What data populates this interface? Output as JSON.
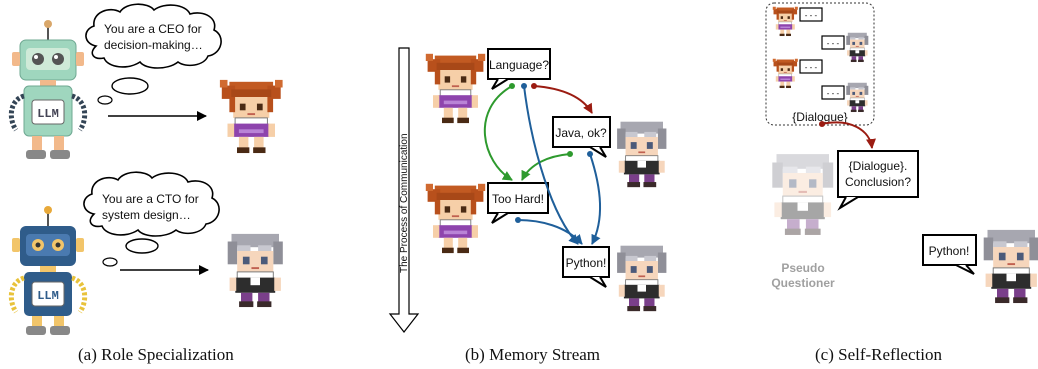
{
  "panels": [
    {
      "caption": "(a)  Role Specialization"
    },
    {
      "caption": "(b)  Memory Stream"
    },
    {
      "caption": "(c)  Self-Reflection"
    }
  ],
  "role_specialization": {
    "ceo_prompt_line1": "You are a CEO for",
    "ceo_prompt_line2": "decision-making…",
    "cto_prompt_line1": "You are a CTO for",
    "cto_prompt_line2": "system design…",
    "robot_label": "LLM"
  },
  "memory_stream": {
    "axis_label": "The Process of Communication",
    "bubbles": [
      "Language?",
      "Java, ok?",
      "Too Hard!",
      "Python!"
    ]
  },
  "self_reflection": {
    "dialogue_box_label": "{Dialogue}",
    "mini_bubble_text": "- - -",
    "question_line1": "{Dialogue}.",
    "question_line2": "Conclusion?",
    "pseudo_line1": "Pseudo",
    "pseudo_line2": "Questioner",
    "answer": "Python!"
  },
  "colors": {
    "red_arrow": "#9b1c12",
    "green_arrow": "#2e9a2e",
    "blue_arrow": "#1f5f9a",
    "ceo_hair": "#b8501c",
    "ceo_shirt": "#8e44ad",
    "cto_hair": "#9a9aa2",
    "robot_green": "#8fd1b5",
    "robot_blue": "#2f5c8a"
  },
  "icons": [
    "robot-icon",
    "ceo-character-icon",
    "cto-character-icon",
    "thought-cloud-icon"
  ]
}
